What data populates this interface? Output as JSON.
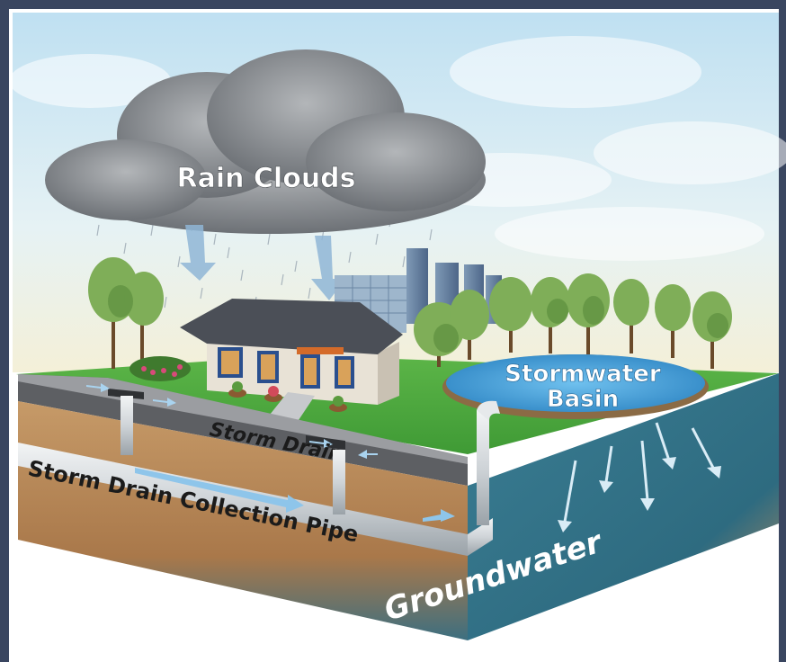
{
  "labels": {
    "rain_clouds": "Rain Clouds",
    "stormwater_basin_line1": "Stormwater",
    "stormwater_basin_line2": "Basin",
    "storm_drain": "Storm Drain",
    "collection_pipe": "Storm Drain Collection Pipe",
    "groundwater": "Groundwater"
  },
  "colors": {
    "frame": "#3a4660",
    "sky": "#cfe6f3",
    "cloud": "#8e9296",
    "grass": "#4aa53a",
    "soil": "#b98a5a",
    "groundwater": "#3f7f95",
    "water": "#4aa0d8",
    "pipe": "#dfe3e6",
    "road": "#5d5f63",
    "roof": "#4b4f57"
  },
  "icons": [
    "rain-drop-icon",
    "flow-arrow-icon",
    "tree-icon",
    "building-icon",
    "house-icon"
  ]
}
